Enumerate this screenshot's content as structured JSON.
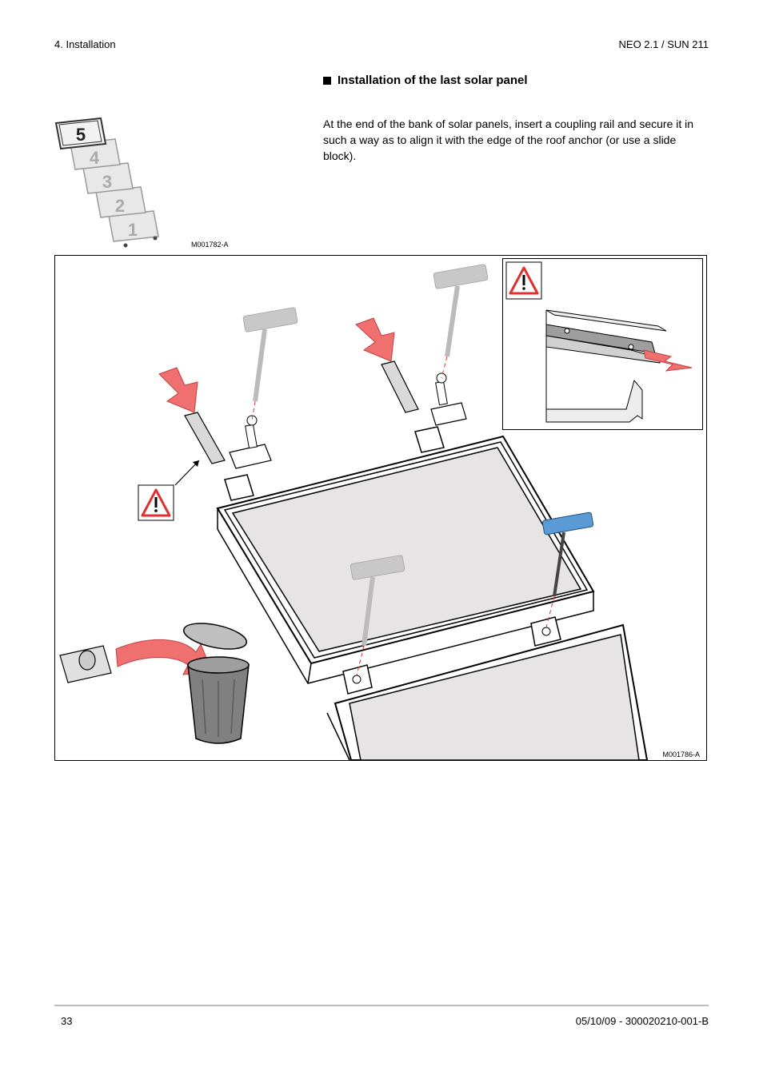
{
  "header": {
    "section": "4.  Installation",
    "product": "NEO 2.1 / SUN 211"
  },
  "section_title": "Installation of the last solar panel",
  "body_text": "At the end of the bank of solar panels, insert a coupling rail and secure it in such a way as to align it with the edge of the roof anchor (or use a slide block).",
  "small_figure": {
    "panel_numbers": [
      "5",
      "4",
      "3",
      "2",
      "1"
    ],
    "code": "M001782-A"
  },
  "main_figure": {
    "code": "M001786-A"
  },
  "colors": {
    "arrow_red": "#f07070",
    "tool_blue": "#5b9bd5",
    "tool_grey": "#c8c8c8",
    "panel_fill": "#e6e4e5",
    "warning_red": "#e03030"
  },
  "icons": [
    "warning-icon",
    "trash-can-icon",
    "arrow-icon"
  ],
  "footer": {
    "page_number": "33",
    "doc_ref": "05/10/09  - 300020210-001-B"
  }
}
